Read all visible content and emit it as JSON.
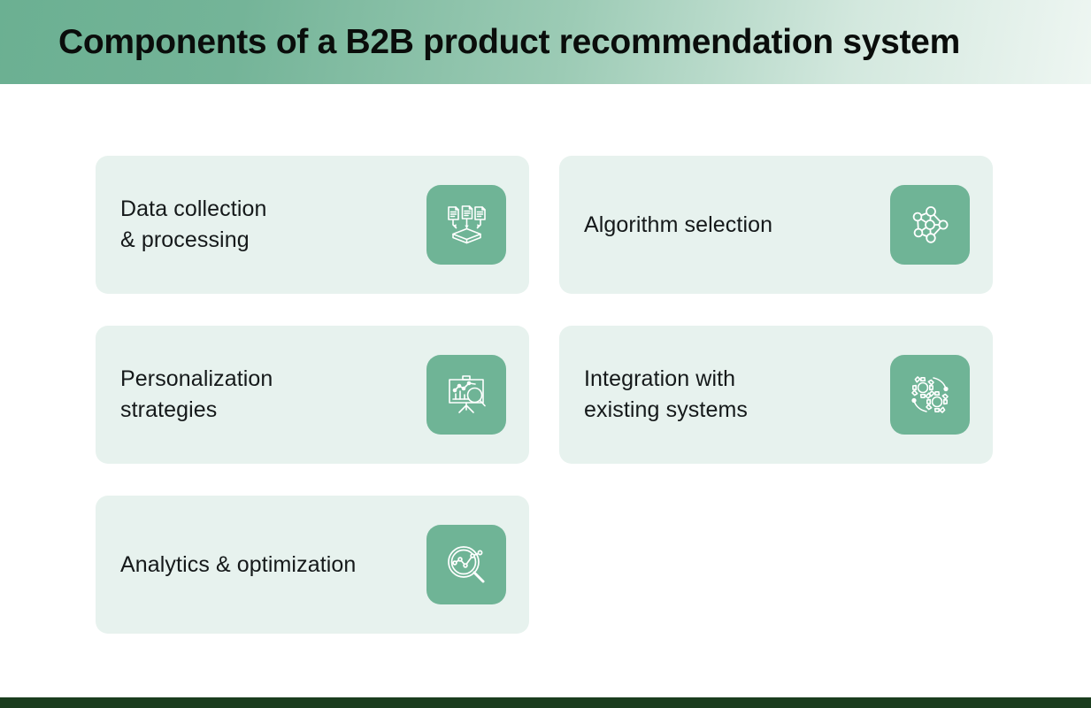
{
  "header": {
    "title": "Components of a B2B product recommendation system",
    "gradient_from": "#6bb092",
    "gradient_to": "#eef6f2"
  },
  "theme": {
    "card_background": "#e7f2ee",
    "icon_tile_color": "#6fb496",
    "text_color": "#15191a",
    "bottom_bar_color": "#1b3d1e",
    "page_background": "#ffffff"
  },
  "cards": [
    {
      "label": "Data collection\n& processing",
      "icon": "documents-to-stack-icon"
    },
    {
      "label": "Algorithm selection",
      "icon": "neural-network-icon"
    },
    {
      "label": "Personalization\nstrategies",
      "icon": "presentation-chart-search-icon"
    },
    {
      "label": "Integration with\nexisting systems",
      "icon": "gears-icon"
    },
    {
      "label": "Analytics & optimization",
      "icon": "magnifier-chart-icon"
    }
  ]
}
